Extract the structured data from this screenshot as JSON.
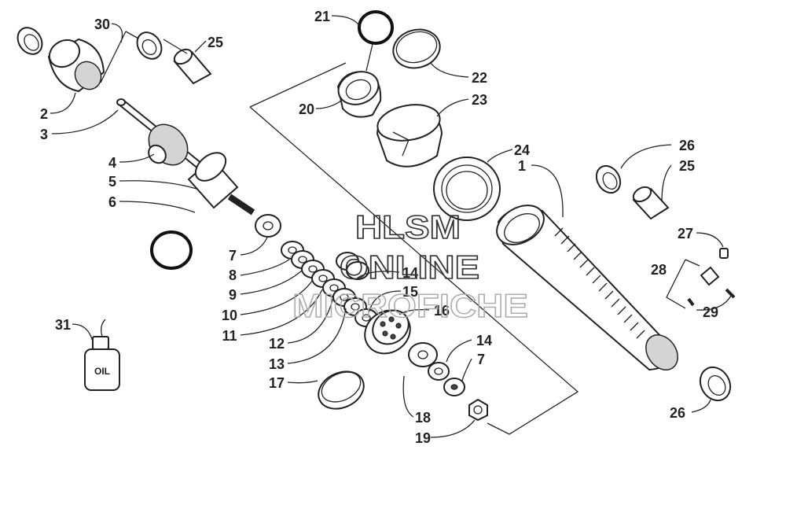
{
  "watermark": {
    "line1": "HLSM",
    "line2": "ONLINE",
    "line3": "MICROFICHE"
  },
  "oil_bottle_text": "OIL",
  "labels": {
    "l1": "1",
    "l2": "2",
    "l3": "3",
    "l4": "4",
    "l5": "5",
    "l6": "6",
    "l7a": "7",
    "l7b": "7",
    "l8": "8",
    "l9": "9",
    "l10": "10",
    "l11": "11",
    "l12": "12",
    "l13": "13",
    "l14a": "14",
    "l14b": "14",
    "l15": "15",
    "l16": "16",
    "l17": "17",
    "l18": "18",
    "l19": "19",
    "l20": "20",
    "l21": "21",
    "l22": "22",
    "l23": "23",
    "l24": "24",
    "l25a": "25",
    "l25b": "25",
    "l26a": "26",
    "l26b": "26",
    "l27": "27",
    "l28": "28",
    "l29": "29",
    "l30": "30",
    "l31": "31"
  }
}
